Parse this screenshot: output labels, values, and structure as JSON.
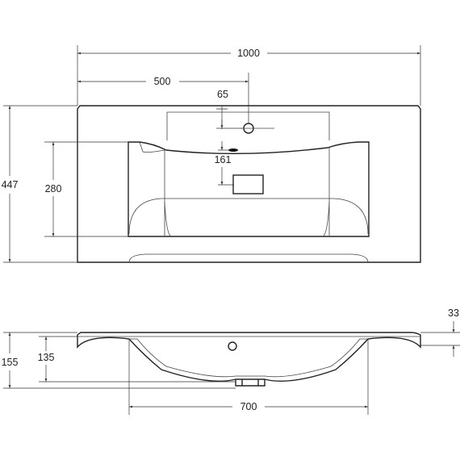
{
  "drawing": {
    "top_view": {
      "overall_width": "1000",
      "half_width": "500",
      "faucet_offset": "65",
      "overflow_to_drain": "161",
      "overall_depth": "447",
      "bowl_depth": "280"
    },
    "side_view": {
      "rim_thickness": "33",
      "total_height": "155",
      "bowl_height": "135",
      "bowl_width": "700"
    }
  }
}
